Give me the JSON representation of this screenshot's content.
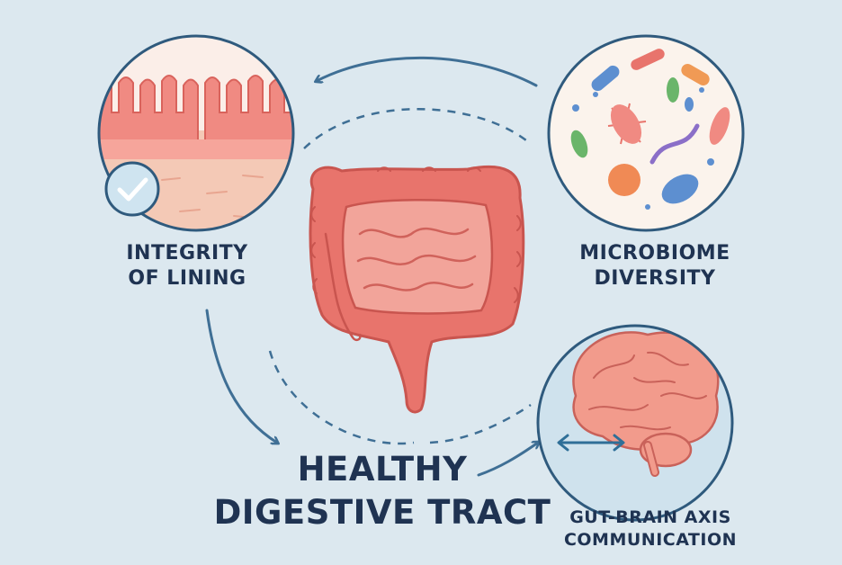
{
  "nodes": {
    "lining": {
      "line1": "INTEGRITY",
      "line2": "OF LINING",
      "icon": "check-icon"
    },
    "microbiome": {
      "line1": "MICROBIOME",
      "line2": "DIVERSITY"
    },
    "gut_brain": {
      "line1": "GUT-BRAIN AXIS",
      "line2": "COMMUNICATION",
      "icon": "double-arrow-icon"
    },
    "center": {
      "line1": "HEALTHY",
      "line2": "DIGESTIVE TRACT"
    }
  },
  "colors": {
    "background": "#dce8ef",
    "text": "#1f3352",
    "arrow": "#3f6f95",
    "intestine": "#e8746c",
    "intestine_light": "#f2a49a",
    "circle_stroke": "#2f5a7d",
    "check_badge": "#cfe4f0"
  }
}
